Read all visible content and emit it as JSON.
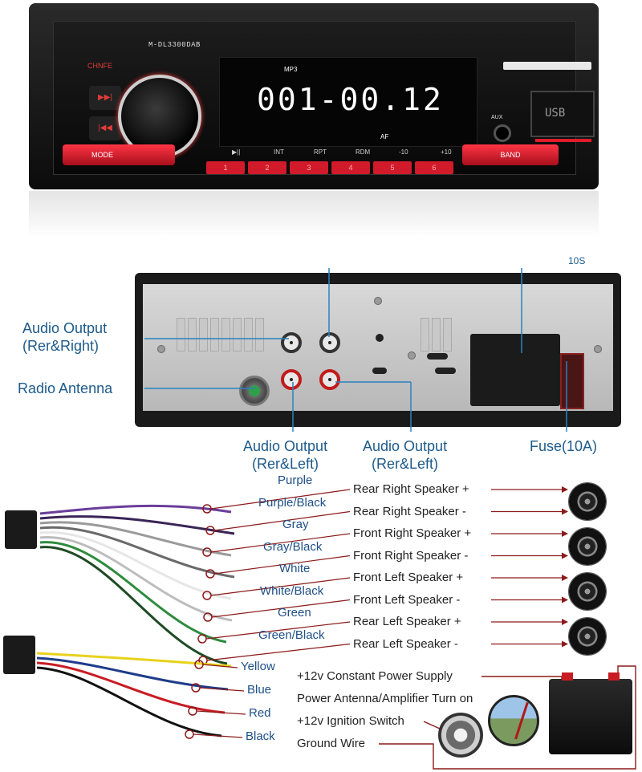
{
  "head_unit": {
    "model": "M-DL3300DAB",
    "brand": "CHNFE",
    "display_format": "MP3",
    "display_main": "001-00.12",
    "display_af": "AF",
    "function_labels": [
      "▶||",
      "INT",
      "RPT",
      "RDM",
      "-10",
      "+10"
    ],
    "preset_keys": [
      "1",
      "2",
      "3",
      "4",
      "5",
      "6"
    ],
    "mode_label": "MODE",
    "band_label": "BAND",
    "aux_label": "AUX",
    "usb_label": "USB"
  },
  "rear_panel": {
    "labels": {
      "audio_output_right": "Audio Output\n(Rer&Right)",
      "radio_antenna": "Radio Antenna",
      "audio_output_left_1": "Audio Output\n(Rer&Left)",
      "audio_output_left_2": "Audio Output\n(Rer&Left)",
      "fuse": "Fuse(10A)",
      "top_fragment": "10S"
    }
  },
  "speaker_wires": [
    {
      "color_name": "Purple",
      "function": "Rear Right Speaker +",
      "wire_color": "#6a3d9a"
    },
    {
      "color_name": "Purple/Black",
      "function": "Rear Right Speaker -",
      "wire_color": "#3a2456"
    },
    {
      "color_name": "Gray",
      "function": "Front Right Speaker +",
      "wire_color": "#9a9a9a"
    },
    {
      "color_name": "Gray/Black",
      "function": "Front Right Speaker -",
      "wire_color": "#6a6a6a"
    },
    {
      "color_name": "White",
      "function": "Front Left Speaker +",
      "wire_color": "#e6e6e6"
    },
    {
      "color_name": "White/Black",
      "function": "Front Left Speaker -",
      "wire_color": "#bdbdbd"
    },
    {
      "color_name": "Green",
      "function": "Rear Left Speaker +",
      "wire_color": "#2e8b3e"
    },
    {
      "color_name": "Green/Black",
      "function": "Rear Left Speaker -",
      "wire_color": "#1e4a24"
    }
  ],
  "power_wires": [
    {
      "color_name": "Yellow",
      "function": "+12v Constant Power Supply",
      "wire_color": "#e8d21c"
    },
    {
      "color_name": "Blue",
      "function": "Power Antenna/Amplifier Turn on",
      "wire_color": "#1e3c8a"
    },
    {
      "color_name": "Red",
      "function": "+12v Ignition Switch",
      "wire_color": "#c81c24"
    },
    {
      "color_name": "Black",
      "function": "Ground Wire",
      "wire_color": "#111111"
    }
  ],
  "colors": {
    "accent_red": "#d11a2a",
    "label_blue": "#1e4f86",
    "callout_blue": "#1e5a8a",
    "line_red": "#8b1a1a"
  }
}
